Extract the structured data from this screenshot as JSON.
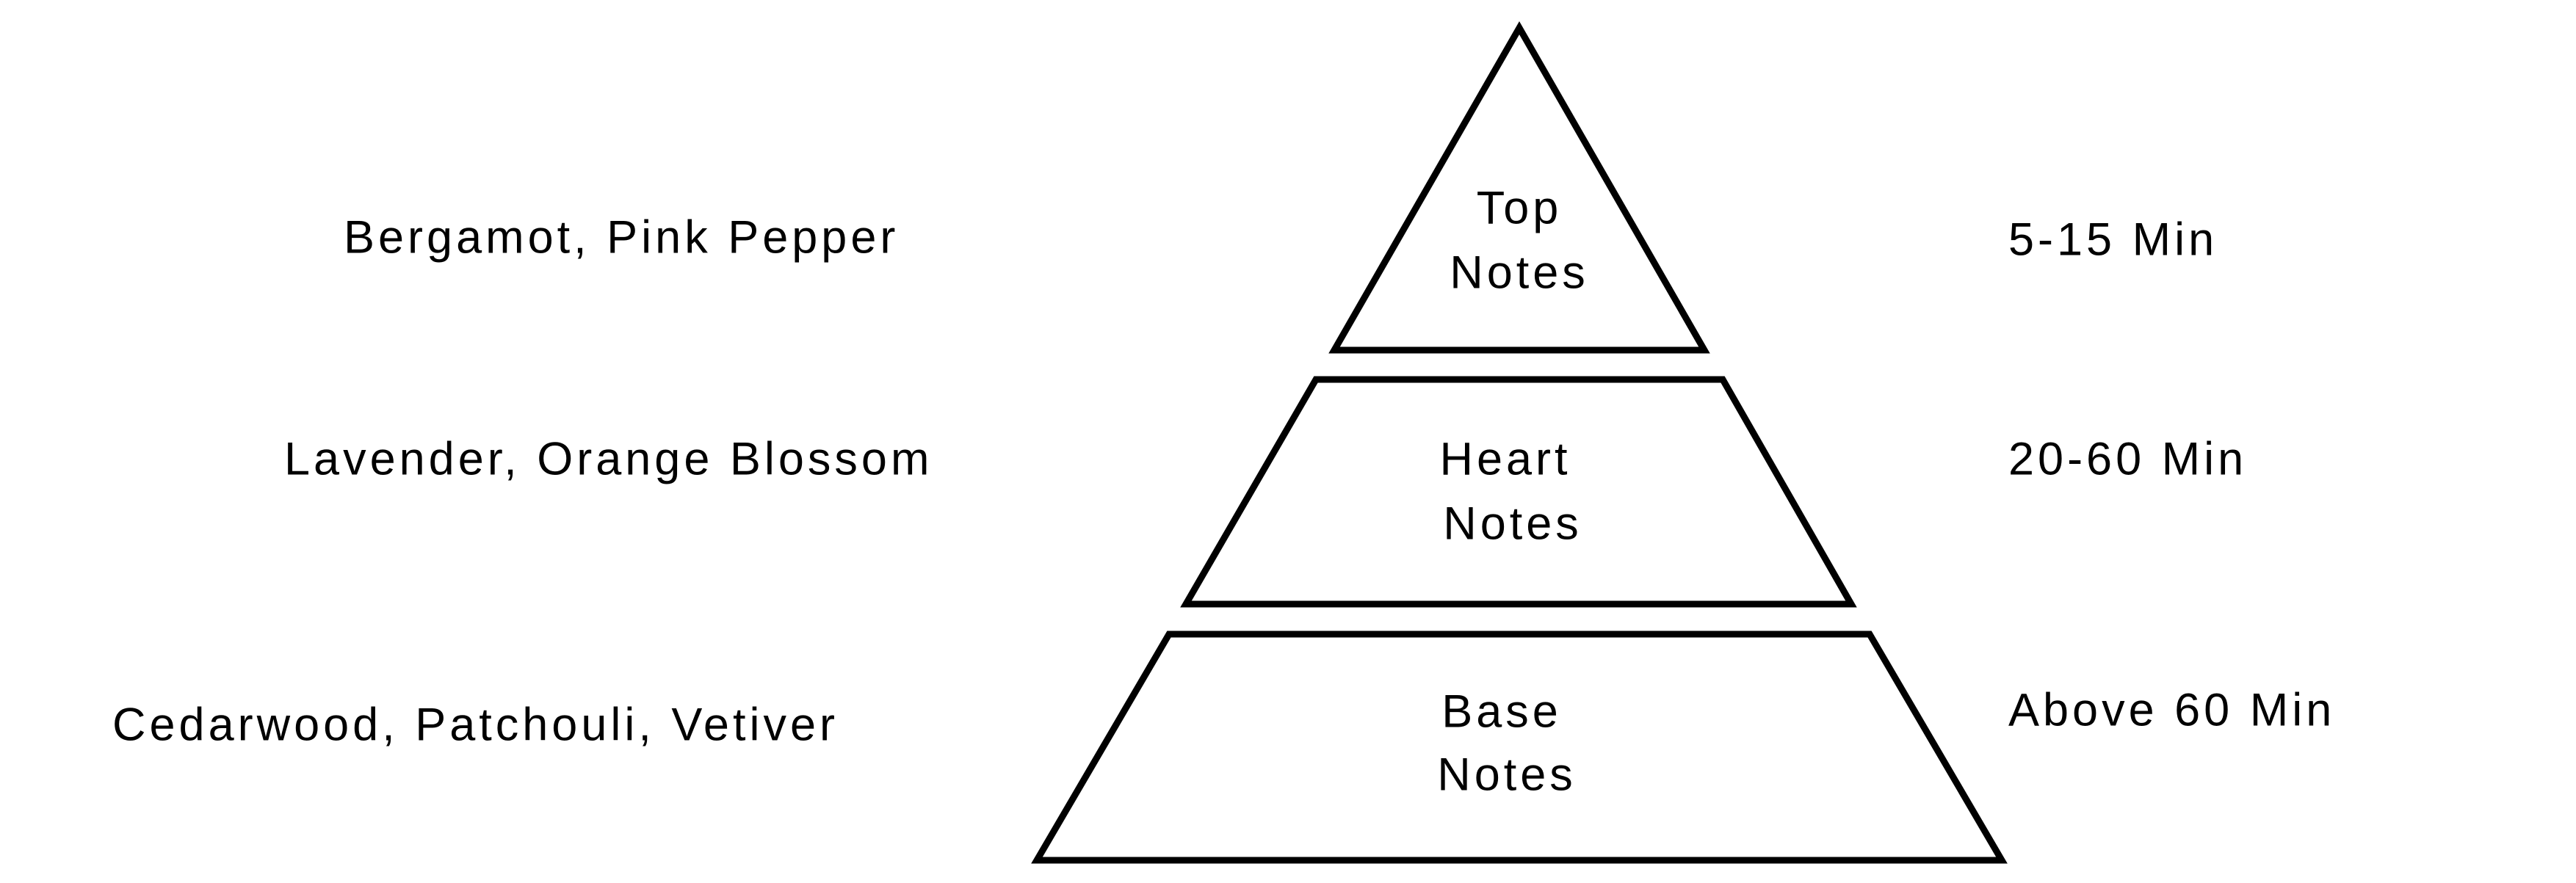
{
  "tiers": [
    {
      "label_line1": "Top",
      "label_line2": "Notes",
      "ingredients": "Bergamot, Pink Pepper",
      "duration": "5-15 Min"
    },
    {
      "label_line1": "Heart",
      "label_line2": "Notes",
      "ingredients": "Lavender, Orange Blossom",
      "duration": "20-60 Min"
    },
    {
      "label_line1": "Base",
      "label_line2": "Notes",
      "ingredients": "Cedarwood, Patchouli, Vetiver",
      "duration": "Above 60 Min"
    }
  ],
  "colors": {
    "stroke": "#000000",
    "background": "#ffffff"
  }
}
